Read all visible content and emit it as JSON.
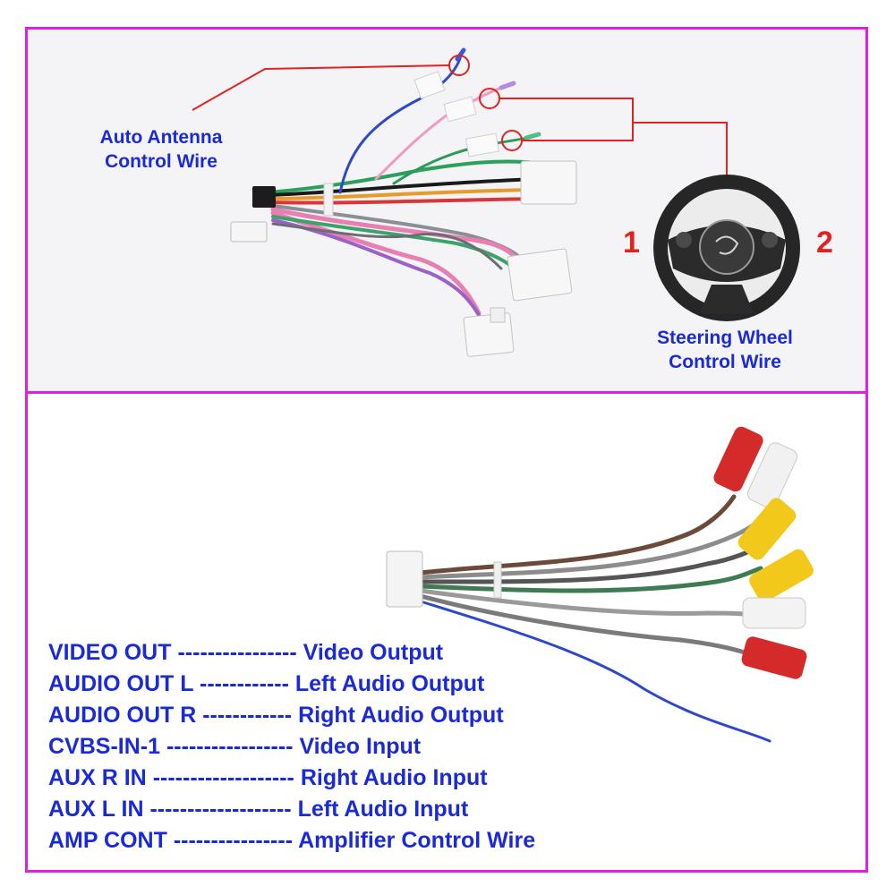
{
  "top": {
    "antenna_label_line1": "Auto Antenna",
    "antenna_label_line2": "Control Wire",
    "swc_label_line1": "Steering Wheel",
    "swc_label_line2": "Control Wire",
    "button_1": "1",
    "button_2": "2"
  },
  "legend": [
    {
      "code": "VIDEO OUT",
      "dashes": "----------------",
      "description": "Video Output"
    },
    {
      "code": "AUDIO OUT L",
      "dashes": "------------",
      "description": "Left Audio Output"
    },
    {
      "code": "AUDIO OUT R",
      "dashes": "------------",
      "description": "Right Audio Output"
    },
    {
      "code": "CVBS-IN-1",
      "dashes": "-----------------",
      "description": "Video Input"
    },
    {
      "code": "AUX R IN",
      "dashes": "-------------------",
      "description": "Right Audio Input"
    },
    {
      "code": "AUX L IN",
      "dashes": "-------------------",
      "description": "Left Audio Input"
    },
    {
      "code": "AMP CONT",
      "dashes": "----------------",
      "description": "Amplifier Control Wire"
    }
  ],
  "colors": {
    "border": "#e21fe0",
    "label_text": "#1a2ad6",
    "callout": "#e02222"
  }
}
